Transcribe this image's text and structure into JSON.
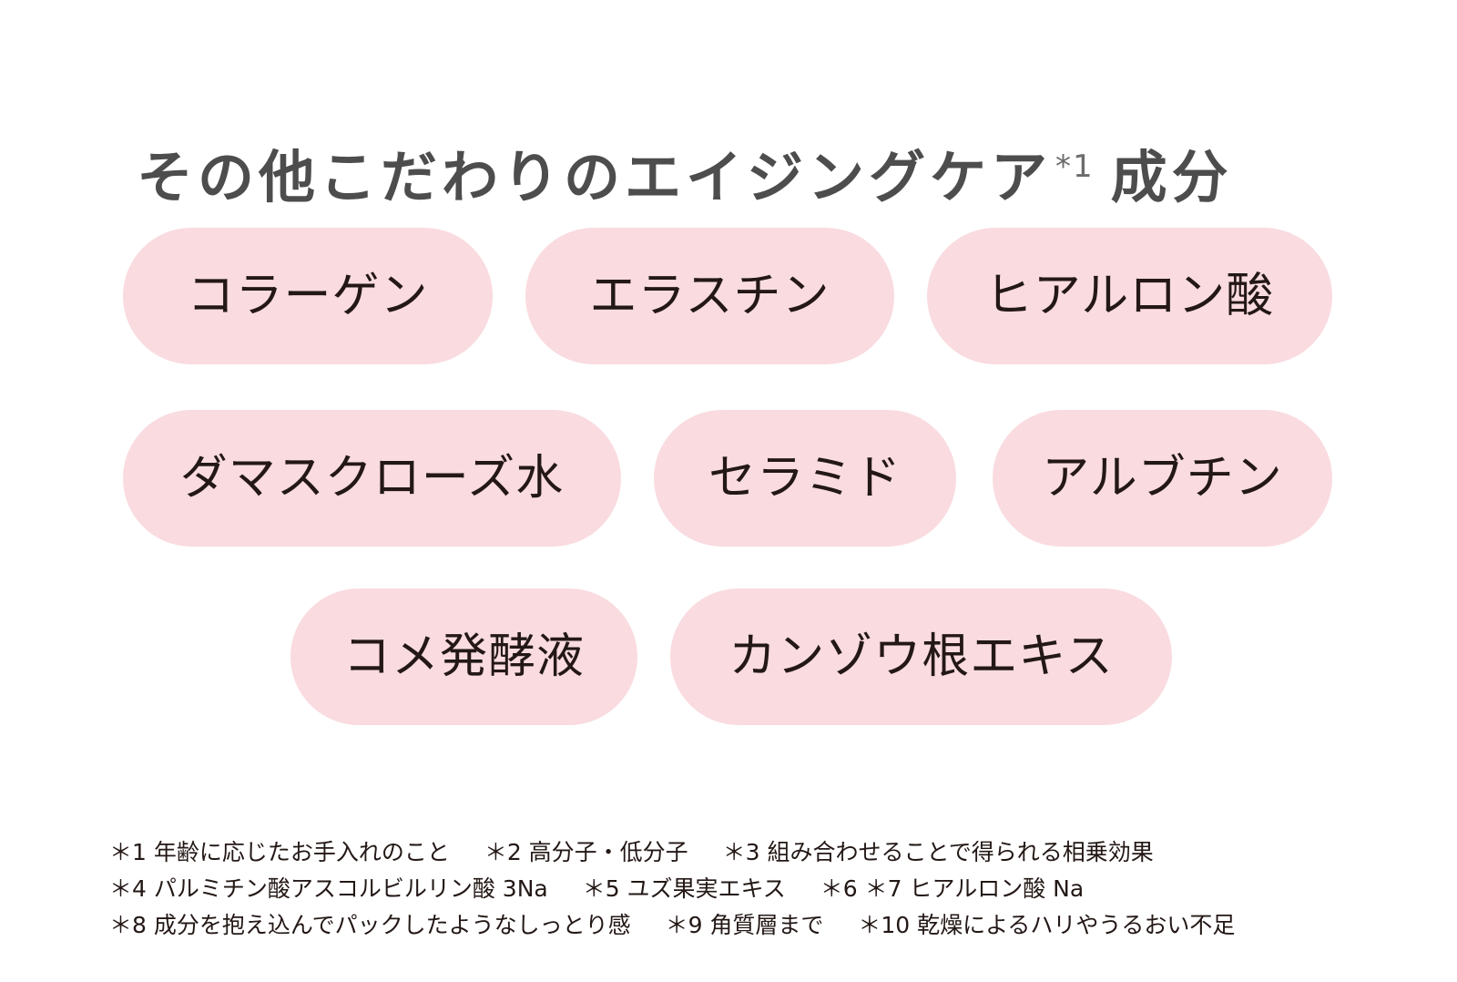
{
  "title": {
    "text": "その他こだわりのエイジングケア",
    "superscript": "*1",
    "suffix": "成分"
  },
  "colors": {
    "pill_background": "#f9dbe0",
    "pill_text": "#231815",
    "title_text": "#4d4d4d",
    "footnote_text": "#231815",
    "background": "#ffffff"
  },
  "ingredients": [
    {
      "label": "コラーゲン"
    },
    {
      "label": "エラスチン"
    },
    {
      "label": "ヒアルロン酸"
    },
    {
      "label": "ダマスクローズ水"
    },
    {
      "label": "セラミド"
    },
    {
      "label": "アルブチン"
    },
    {
      "label": "コメ発酵液"
    },
    {
      "label": "カンゾウ根エキス"
    }
  ],
  "footnotes": [
    [
      "＊1 年齢に応じたお手入れのこと",
      "＊2 高分子・低分子",
      "＊3 組み合わせることで得られる相乗効果"
    ],
    [
      "＊4 パルミチン酸アスコルビルリン酸 3Na",
      "＊5 ユズ果実エキス",
      "＊6 ＊7 ヒアルロン酸 Na"
    ],
    [
      "＊8 成分を抱え込んでパックしたようなしっとり感",
      "＊9 角質層まで",
      "＊10 乾燥によるハリやうるおい不足"
    ]
  ]
}
